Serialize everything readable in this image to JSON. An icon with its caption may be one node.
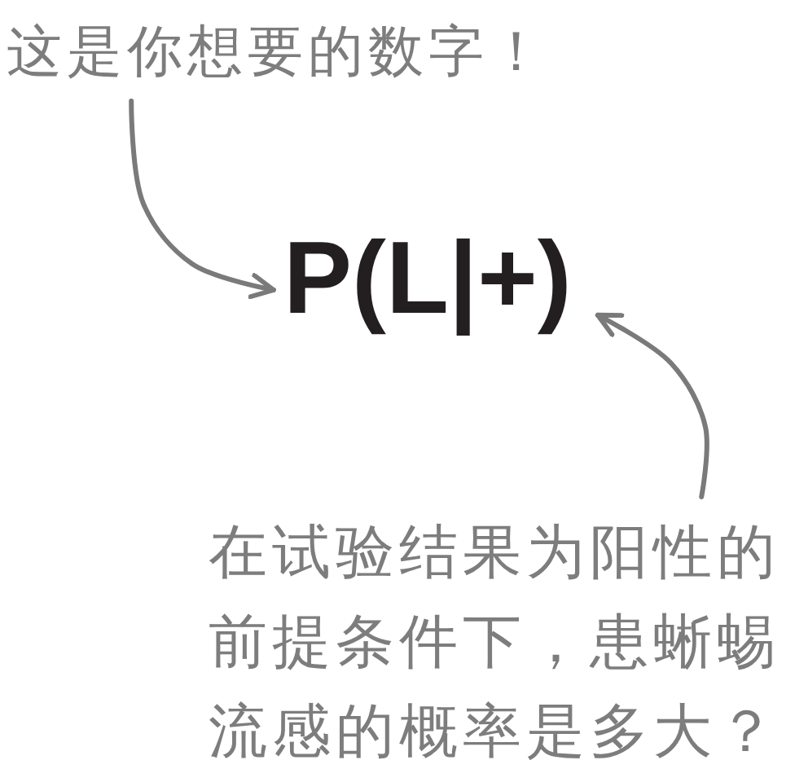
{
  "diagram": {
    "nodes": [
      {
        "text": [
          "这是你想要的数字！"
        ]
      },
      {
        "text": [
          "P(L|+)"
        ]
      },
      {
        "text": [
          "在试验结果为阳性的前提条件下，患蜥蜴流感的概率是多大？"
        ]
      }
    ],
    "edges": [
      {
        "from": 0,
        "to": 1,
        "arrow": "to"
      },
      {
        "from": 2,
        "to": 1,
        "arrow": "to"
      }
    ]
  }
}
